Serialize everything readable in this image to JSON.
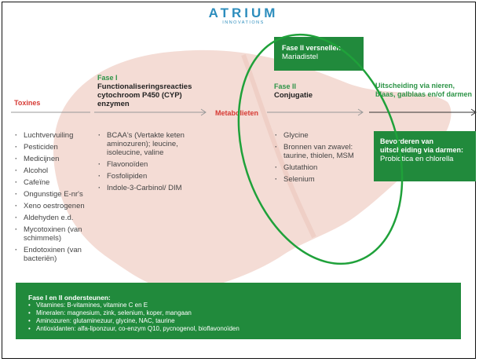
{
  "logo": {
    "name": "ATRIUM",
    "subtitle": "INNOVATIONS"
  },
  "stages": {
    "toxines": "Toxines",
    "phase1_tag": "Fase I",
    "phase1_title": "Functionaliseringsreacties cytochroom P450 (CYP) enzymen",
    "metabolieten": "Metabolieten",
    "phase2_tag": "Fase II",
    "phase2_title": "Conjugatie",
    "excretion": "Uitscheiding via nieren, blaas, galblaas en/of darmen"
  },
  "toxins_list": [
    "Luchtvervuiling",
    "Pesticiden",
    "Medicijnen",
    "Alcohol",
    "Cafeïne",
    "Ongunstige E-nr's",
    "Xeno oestrogenen",
    "Aldehyden e.d.",
    "Mycotoxinen (van schimmels)",
    "Endotoxinen (van bacteriën)"
  ],
  "phase1_list": [
    "BCAA's (Vertakte keten aminozuren); leucine, isoleucine, valine",
    "Flavonoïden",
    "Fosfolipiden",
    "Indole-3-Carbinol/ DIM"
  ],
  "phase2_list": [
    "Glycine",
    "Bronnen van zwavel: taurine, thiolen, MSM",
    "Glutathion",
    "Selenium"
  ],
  "box_accelerate": {
    "title": "Fase II versnellen",
    "text": "Mariadistel"
  },
  "box_excretion": {
    "title": "Bevorderen van uitscheiding via darmen:",
    "text": "Probiotica en chlorella"
  },
  "support": {
    "title": "Fase I en II ondersteunen:",
    "items": [
      "Vitamines: B-vitamines, vitamine C en E",
      "Mineralen: magnesium, zink, selenium, koper, mangaan",
      "Aminozuren: glutaminezuur, glycine, NAC, taurine",
      "Antioxidanten: alfa-liponzuur, co-enzym Q10, pycnogenol, bioflavonoïden"
    ]
  },
  "colors": {
    "green": "#218a3c",
    "red": "#d63a34",
    "liver": "#f4dcd5",
    "logo_blue": "#2c8dbd",
    "highlight_circle": "#1fa13a"
  }
}
